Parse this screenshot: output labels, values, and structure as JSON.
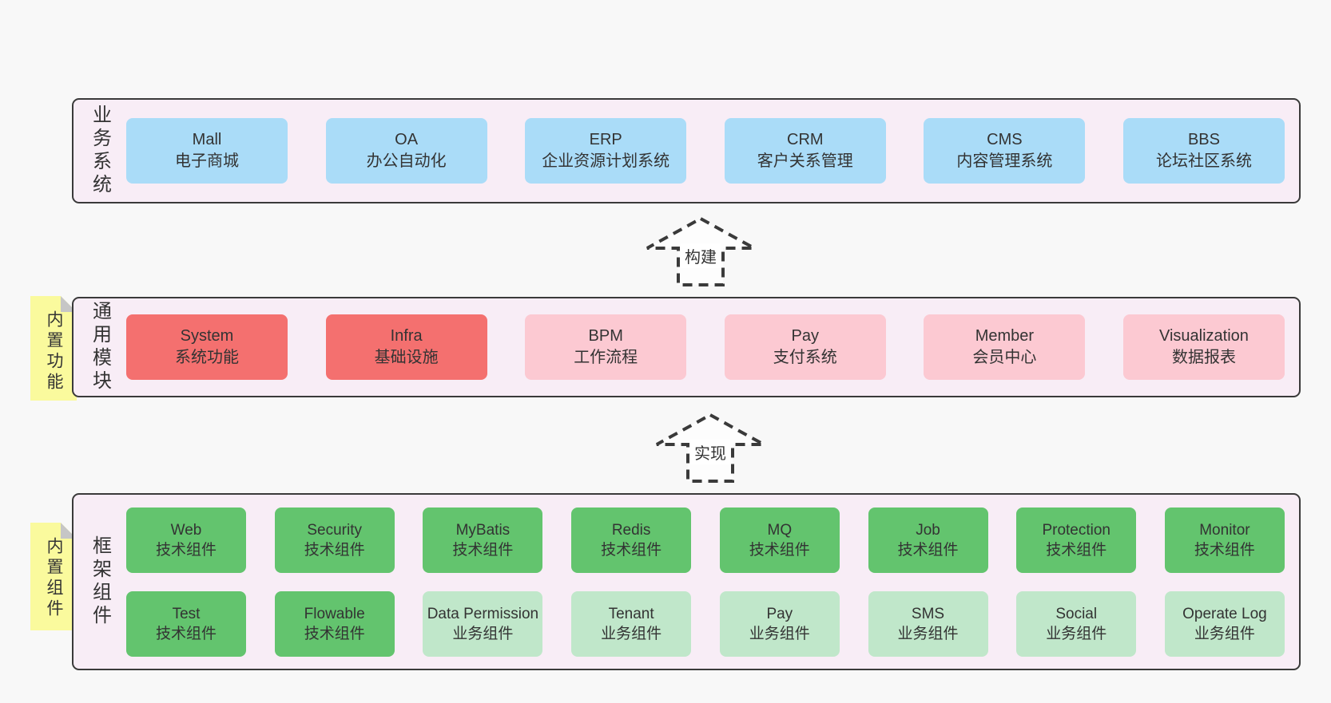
{
  "colors": {
    "page_background": "#f8f8f8",
    "band_background": "#f8edf6",
    "band_border": "#3a3a3a",
    "box_blue": "#aadcf8",
    "box_red": "#f4706f",
    "box_pink": "#fcc9d2",
    "box_green": "#63c46e",
    "box_green_light": "#c0e7ca",
    "note_yellow": "#fafa9d",
    "note_fold": "#c6c6c6",
    "text": "#333333"
  },
  "arrows": [
    {
      "label": "构建"
    },
    {
      "label": "实现"
    }
  ],
  "bands": [
    {
      "id": "business-systems",
      "label_vertical": "业务系统",
      "boxes": [
        {
          "title": "Mall",
          "subtitle": "电子商城",
          "variant": "blue"
        },
        {
          "title": "OA",
          "subtitle": "办公自动化",
          "variant": "blue"
        },
        {
          "title": "ERP",
          "subtitle": "企业资源计划系统",
          "variant": "blue"
        },
        {
          "title": "CRM",
          "subtitle": "客户关系管理",
          "variant": "blue"
        },
        {
          "title": "CMS",
          "subtitle": "内容管理系统",
          "variant": "blue"
        },
        {
          "title": "BBS",
          "subtitle": "论坛社区系统",
          "variant": "blue"
        }
      ]
    },
    {
      "id": "common-modules",
      "label_vertical": "通用模块",
      "note": "内置功能",
      "boxes": [
        {
          "title": "System",
          "subtitle": "系统功能",
          "variant": "red"
        },
        {
          "title": "Infra",
          "subtitle": "基础设施",
          "variant": "red"
        },
        {
          "title": "BPM",
          "subtitle": "工作流程",
          "variant": "pink"
        },
        {
          "title": "Pay",
          "subtitle": "支付系统",
          "variant": "pink"
        },
        {
          "title": "Member",
          "subtitle": "会员中心",
          "variant": "pink"
        },
        {
          "title": "Visualization",
          "subtitle": "数据报表",
          "variant": "pink"
        }
      ]
    },
    {
      "id": "framework-components",
      "label_vertical": "框架组件",
      "note": "内置组件",
      "rows": [
        [
          {
            "title": "Web",
            "subtitle": "技术组件",
            "variant": "green"
          },
          {
            "title": "Security",
            "subtitle": "技术组件",
            "variant": "green"
          },
          {
            "title": "MyBatis",
            "subtitle": "技术组件",
            "variant": "green"
          },
          {
            "title": "Redis",
            "subtitle": "技术组件",
            "variant": "green"
          },
          {
            "title": "MQ",
            "subtitle": "技术组件",
            "variant": "green"
          },
          {
            "title": "Job",
            "subtitle": "技术组件",
            "variant": "green"
          },
          {
            "title": "Protection",
            "subtitle": "技术组件",
            "variant": "green"
          },
          {
            "title": "Monitor",
            "subtitle": "技术组件",
            "variant": "green"
          }
        ],
        [
          {
            "title": "Test",
            "subtitle": "技术组件",
            "variant": "green"
          },
          {
            "title": "Flowable",
            "subtitle": "技术组件",
            "variant": "green"
          },
          {
            "title": "Data Permission",
            "subtitle": "业务组件",
            "variant": "green-light"
          },
          {
            "title": "Tenant",
            "subtitle": "业务组件",
            "variant": "green-light"
          },
          {
            "title": "Pay",
            "subtitle": "业务组件",
            "variant": "green-light"
          },
          {
            "title": "SMS",
            "subtitle": "业务组件",
            "variant": "green-light"
          },
          {
            "title": "Social",
            "subtitle": "业务组件",
            "variant": "green-light"
          },
          {
            "title": "Operate Log",
            "subtitle": "业务组件",
            "variant": "green-light"
          }
        ]
      ]
    }
  ]
}
